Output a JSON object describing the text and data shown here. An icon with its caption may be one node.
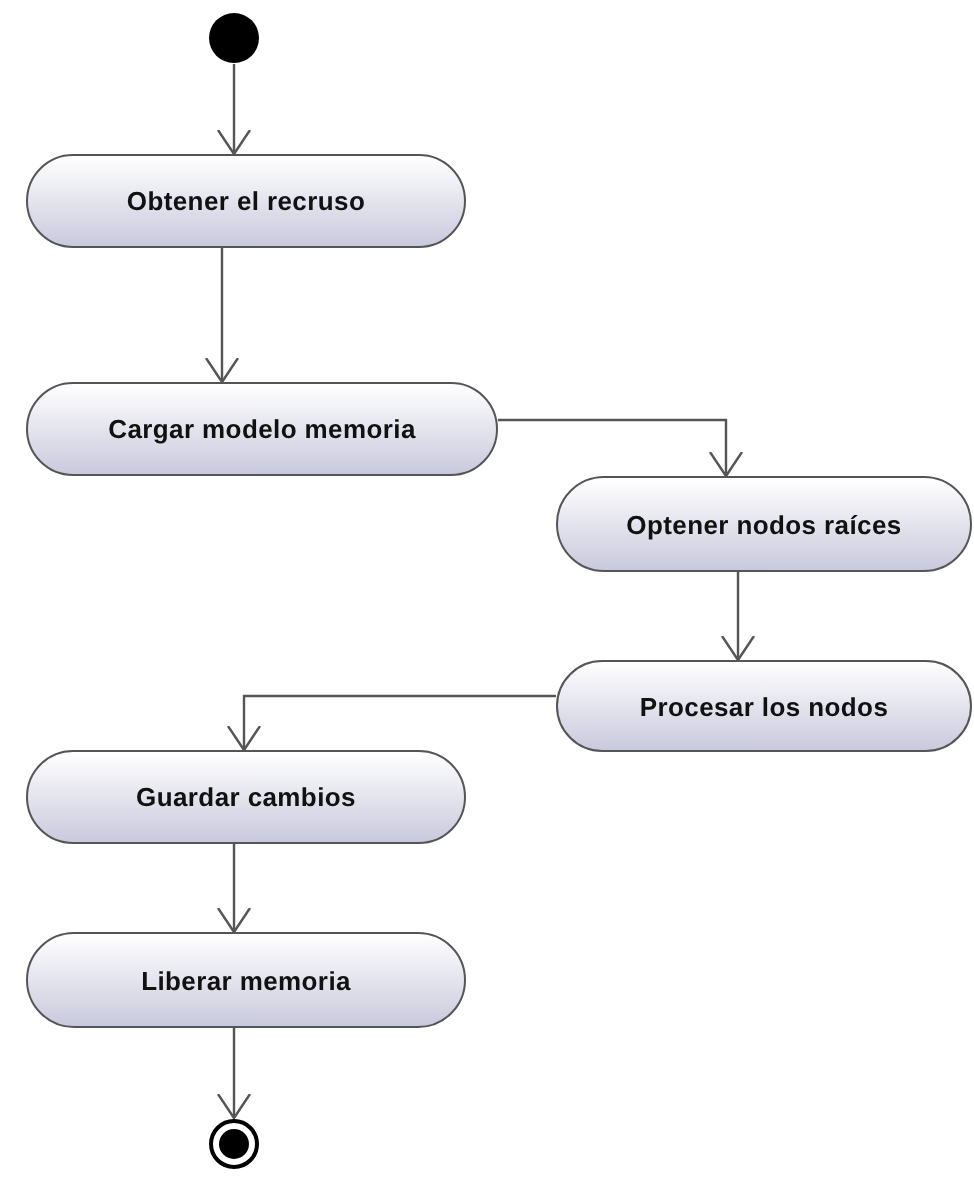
{
  "diagram": {
    "nodes": [
      {
        "text": [],
        "shape": "circle"
      },
      {
        "text": [
          "Obtener el recruso"
        ]
      },
      {
        "text": [
          "Cargar modelo memoria"
        ]
      },
      {
        "text": [
          "Optener nodos raíces"
        ]
      },
      {
        "text": [
          "Procesar los nodos"
        ]
      },
      {
        "text": [
          "Guardar cambios"
        ]
      },
      {
        "text": [
          "Liberar memoria"
        ]
      },
      {
        "text": [],
        "shape": "bullseye"
      }
    ],
    "edges": [
      {
        "from": 0,
        "to": 1,
        "arrow": "to"
      },
      {
        "from": 1,
        "to": 2,
        "arrow": "to"
      },
      {
        "from": 2,
        "to": 3,
        "arrow": "to"
      },
      {
        "from": 3,
        "to": 4,
        "arrow": "to"
      },
      {
        "from": 4,
        "to": 5,
        "arrow": "to"
      },
      {
        "from": 5,
        "to": 6,
        "arrow": "to"
      },
      {
        "from": 6,
        "to": 7,
        "arrow": "to"
      }
    ]
  }
}
